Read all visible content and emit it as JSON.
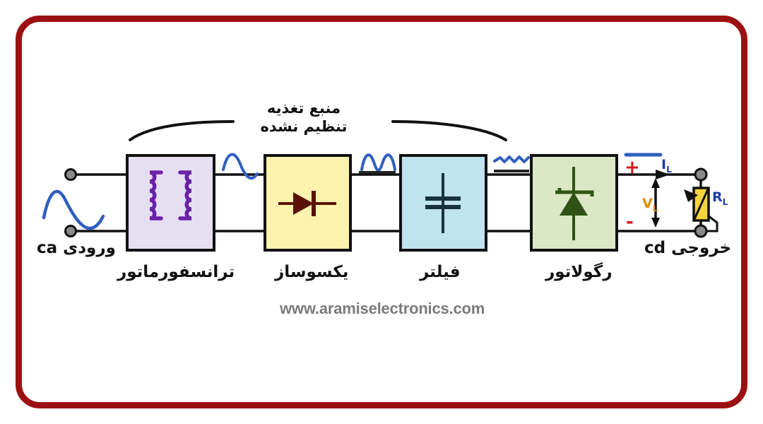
{
  "figure": {
    "title_bracket_label": "منبع تغذیه\nتنظیم نشده",
    "watermark": "www.aramiselectronics.com",
    "border_color": "#9b1111"
  },
  "input": {
    "label": "ورودی ac",
    "waveform": "sine"
  },
  "output": {
    "label": "خروجی dc",
    "plus_sign": "+",
    "minus_sign": "-",
    "current_label": "I",
    "current_sub": "L",
    "voltage_label": "V",
    "voltage_sub": "L",
    "load_label": "R",
    "load_sub": "L",
    "load_color": "#f5d33c"
  },
  "blocks": [
    {
      "id": "transformer",
      "label": "ترانسفورماتور",
      "fill": "#e6dff2",
      "stroke": "#111111",
      "symbol": "transformer-coils",
      "symbol_color": "#6b21a8",
      "output_waveform": "sine",
      "output_waveform_color": "#2f5fbf"
    },
    {
      "id": "rectifier",
      "label": "یکسوساز",
      "fill": "#fbf2ad",
      "stroke": "#111111",
      "symbol": "diode",
      "symbol_color": "#5a1206",
      "output_waveform": "pulsating-dc",
      "output_waveform_color": "#2f5fbf"
    },
    {
      "id": "filter",
      "label": "فیلتر",
      "fill": "#bfe3ef",
      "stroke": "#111111",
      "symbol": "capacitor",
      "symbol_color": "#17323f",
      "output_waveform": "ripple-dc",
      "output_waveform_color": "#2f5fbf"
    },
    {
      "id": "regulator",
      "label": "رگولاتور",
      "fill": "#dbe8c6",
      "stroke": "#111111",
      "symbol": "zener-diode",
      "symbol_color": "#2f5314",
      "output_waveform": "flat-dc",
      "output_waveform_color": "#2f5fbf"
    }
  ]
}
